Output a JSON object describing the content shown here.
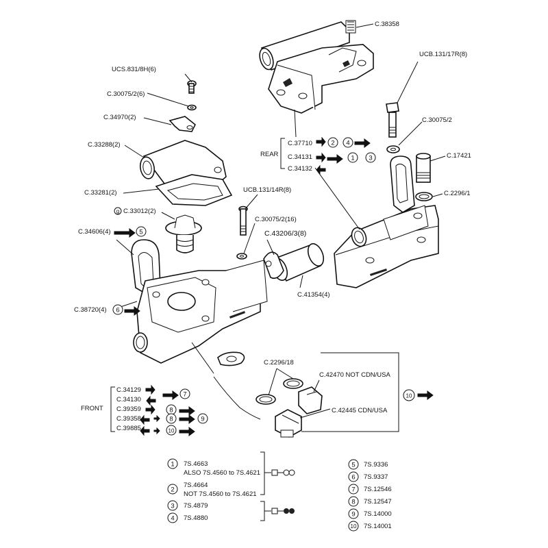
{
  "labels": {
    "c38358": "C.38358",
    "ucs831": "UCS.831/8H(6)",
    "c30075_2_6": "C.30075/2(6)",
    "c34970": "C.34970(2)",
    "c33288": "C.33288(2)",
    "c33281": "C.33281(2)",
    "c33012": "C.33012(2)",
    "c34606": "C.34606(4)",
    "c38720": "C.38720(4)",
    "ucb131_14r": "UCB.131/14R(8)",
    "c30075_2_16": "C.30075/2(16)",
    "c43206": "C.43206/3(8)",
    "c41354": "C.41354(4)",
    "ucb131_17r": "UCB.131/17R(8)",
    "c30075_2": "C.30075/2",
    "c17421": "C.17421",
    "c2296_1": "C.2296/1",
    "c2296_18": "C.2296/18",
    "c42470": "C.42470 NOT CDN/USA",
    "c42445": "C.42445 CDN/USA",
    "rear": "REAR",
    "front": "FRONT",
    "rear_parts": [
      "C.37710",
      "C.34131",
      "C.34132"
    ],
    "front_parts": [
      "C.34129",
      "C.34130",
      "C.39359",
      "C.39358",
      "C.39885"
    ]
  },
  "callout_numbers": {
    "n1": "1",
    "n2": "2",
    "n3": "3",
    "n4": "4",
    "n5": "5",
    "n6": "6",
    "n7": "7",
    "n8": "8",
    "n9": "9",
    "n10": "10",
    "g": "g"
  },
  "legend": {
    "left": [
      {
        "num": "1",
        "line1": "7S.4663",
        "line2": "ALSO 7S.4560 to 7S.4621"
      },
      {
        "num": "2",
        "line1": "7S.4664",
        "line2": "NOT 7S.4560 to 7S.4621"
      },
      {
        "num": "3",
        "line1": "7S.4879"
      },
      {
        "num": "4",
        "line1": "7S.4880"
      }
    ],
    "right": [
      {
        "num": "5",
        "text": "7S.9336"
      },
      {
        "num": "6",
        "text": "7S.9337"
      },
      {
        "num": "7",
        "text": "7S.12546"
      },
      {
        "num": "8",
        "text": "7S.12547"
      },
      {
        "num": "9",
        "text": "7S.14000"
      },
      {
        "num": "10",
        "text": "7S.14001"
      }
    ]
  }
}
